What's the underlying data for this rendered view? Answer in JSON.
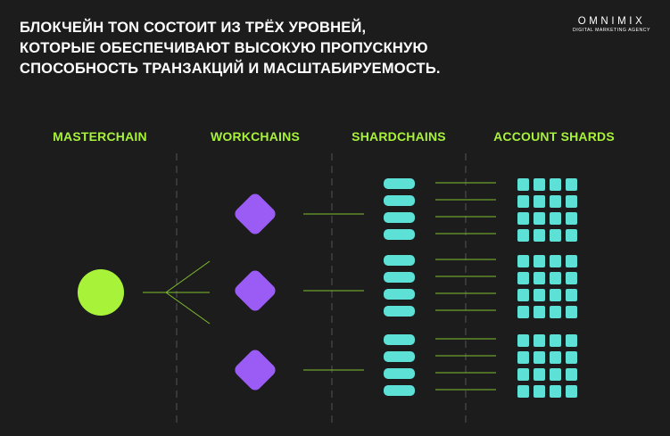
{
  "headline": {
    "line1": "БЛОКЧЕЙН TON СОСТОИТ ИЗ ТРЁХ УРОВНЕЙ,",
    "line2": "КОТОРЫЕ ОБЕСПЕЧИВАЮТ ВЫСОКУЮ ПРОПУСКНУЮ",
    "line3": "СПОСОБНОСТЬ ТРАНЗАКЦИЙ И МАСШТАБИРУЕМОСТЬ."
  },
  "brand": {
    "name": "OMNIMIX",
    "tagline": "DIGITAL MARKETING AGENCY"
  },
  "columns": {
    "masterchain": "MASTERCHAIN",
    "workchains": "WORKCHAINS",
    "shardchains": "SHARDCHAINS",
    "account_shards": "ACCOUNT SHARDS"
  },
  "structure": {
    "workchain_count": 3,
    "shardchains_per_workchain": 4,
    "account_shard_grid": {
      "rows": 4,
      "cols": 4
    }
  },
  "colors": {
    "background": "#1c1c1c",
    "masterchain": "#a8f23a",
    "workchain": "#9b5cf6",
    "shard": "#5de0d6",
    "label": "#a8f23a",
    "connector": "#7fbf2e",
    "divider": "#555555"
  }
}
